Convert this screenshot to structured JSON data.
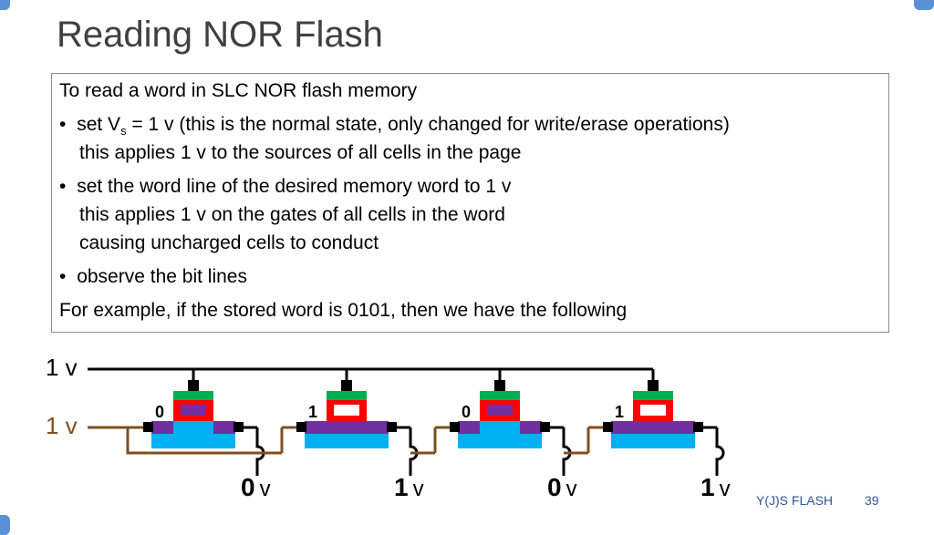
{
  "title": "Reading NOR Flash",
  "text": {
    "intro": "To read a word in SLC NOR flash memory",
    "bullet1_pre": "set V",
    "bullet1_sub": "s",
    "bullet1_post": " = 1 v (this is the normal state, only changed for write/erase operations)",
    "bullet1_cont": "this applies 1 v to the sources of all cells in the page",
    "bullet2": "set the word line of the desired memory word to 1 v",
    "bullet2_cont1": "this applies 1 v on the gates of all cells in the word",
    "bullet2_cont2": "causing uncharged cells to conduct",
    "bullet3": "observe the bit lines",
    "outro": "For example, if the stored word is 0101, then we have the following",
    "bullet_glyph": "•"
  },
  "diagram": {
    "top_line_label": "1 v",
    "source_line_label": "1 v",
    "cells": [
      {
        "bit": "0",
        "output_value": "0",
        "output_unit": "v"
      },
      {
        "bit": "1",
        "output_value": "1",
        "output_unit": "v"
      },
      {
        "bit": "0",
        "output_value": "0",
        "output_unit": "v"
      },
      {
        "bit": "1",
        "output_value": "1",
        "output_unit": "v"
      }
    ],
    "colors": {
      "gate": "#00b050",
      "floating_gate_frame": "#ff0000",
      "charge": "#7030a0",
      "substrate": "#00b0f0",
      "source_line": "#7f4f1f",
      "wire": "#000000"
    }
  },
  "footer": {
    "name": "Y(J)S  FLASH",
    "page": "39"
  }
}
